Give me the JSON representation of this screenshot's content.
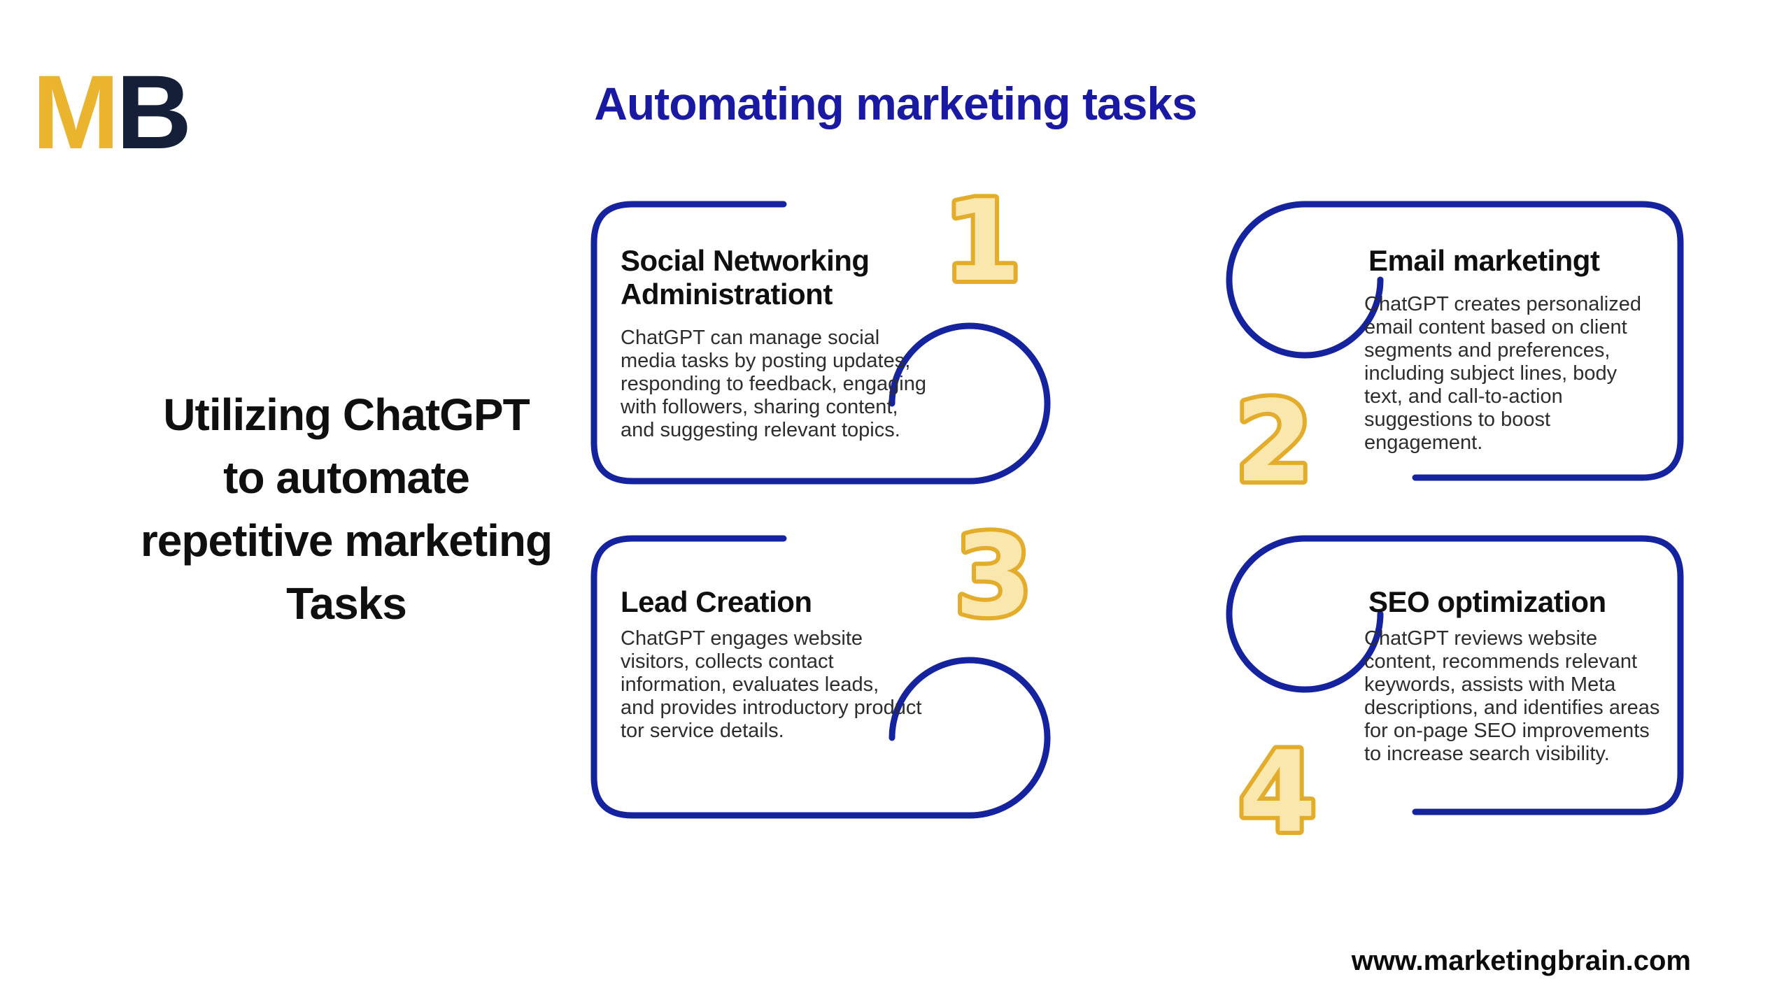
{
  "logo": {
    "part1": "M",
    "part2": "B",
    "part1_color": "#eab42e",
    "part2_color": "#151f38"
  },
  "header": {
    "title": "Automating marketing tasks",
    "color": "#1a19a3"
  },
  "headline": {
    "text": "Utilizing ChatGPT\nto automate\nrepetitive marketing\nTasks"
  },
  "cards": [
    {
      "number": "1",
      "title": "Social Networking\nAdministrationt",
      "body": "ChatGPT can manage social\nmedia tasks by posting updates,\nresponding to feedback, engaging\n with followers, sharing content,\nand suggesting relevant topics."
    },
    {
      "number": "2",
      "title": "Email marketingt",
      "body": "ChatGPT creates personalized\n email content based on client\nsegments and preferences,\nincluding subject lines, body\ntext, and call-to-action\nsuggestions to boost\nengagement."
    },
    {
      "number": "3",
      "title": "Lead Creation",
      "body": "ChatGPT engages website\n visitors, collects contact\ninformation, evaluates leads,\nand provides introductory product\ntor service details."
    },
    {
      "number": "4",
      "title": "SEO optimization",
      "body": "ChatGPT reviews website\ncontent, recommends relevant\nkeywords, assists with Meta\ndescriptions, and identifies areas\nfor on-page SEO improvements\nto increase search visibility."
    }
  ],
  "footer": {
    "url": "www.marketingbrain.com"
  },
  "colors": {
    "outline_blue": "#15239e",
    "title_blue": "#1a19a3",
    "number_stroke_gold": "#e3ac2a",
    "number_fill_cream": "#fae7ad",
    "background": "#ffffff"
  }
}
